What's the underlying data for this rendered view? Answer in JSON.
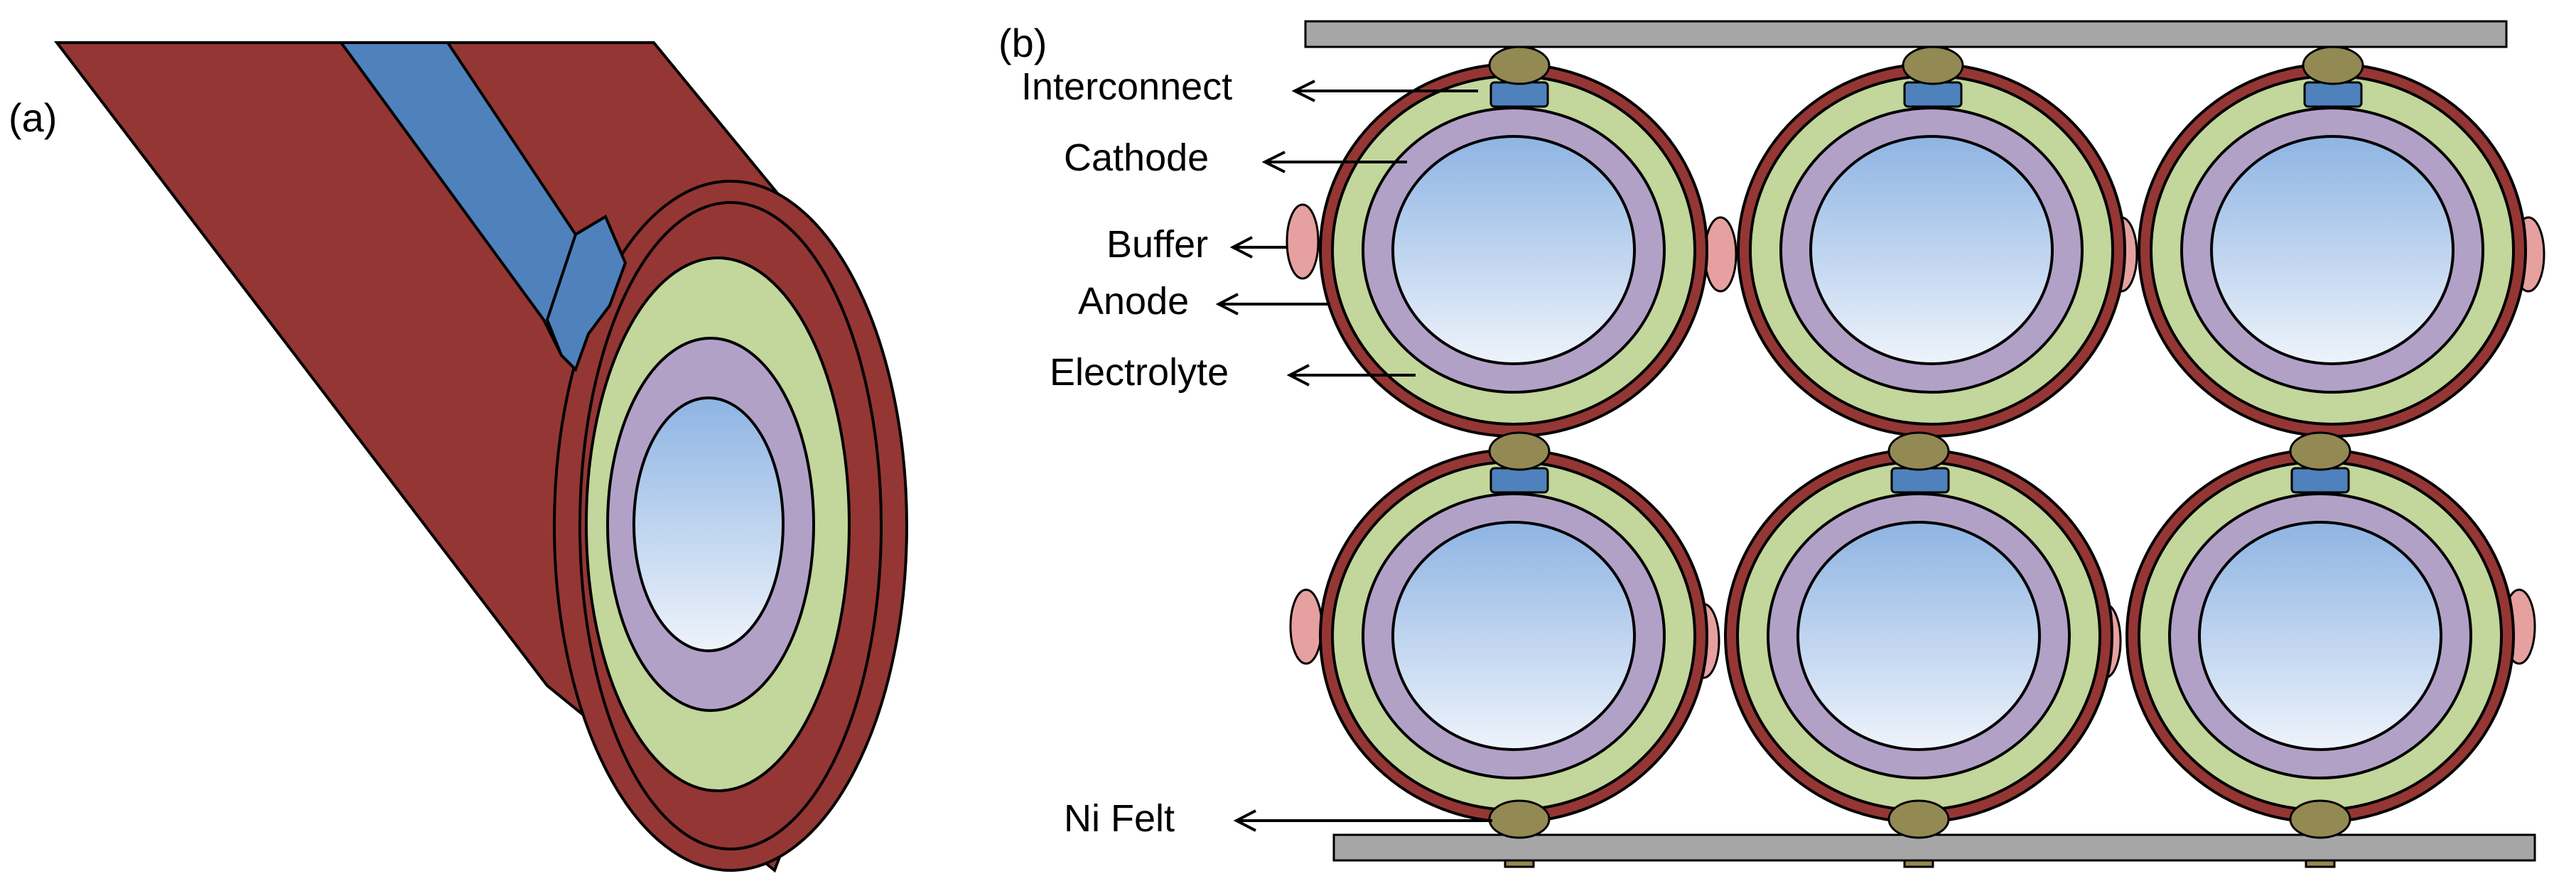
{
  "panels": {
    "a": {
      "label": "(a)"
    },
    "b": {
      "label": "(b)"
    }
  },
  "labels": {
    "interconnect": "Interconnect",
    "cathode": "Cathode",
    "buffer": "Buffer",
    "anode": "Anode",
    "electrolyte": "Electrolyte",
    "ni_felt": "Ni Felt"
  },
  "colors": {
    "outer_red": "#943634",
    "electrolyte_green": "#c3d69b",
    "cathode_purple": "#b2a1c7",
    "bore_blue_top": "#8eb4e3",
    "bore_blue_bottom": "#eef3fb",
    "interconnect_blue": "#4f81bd",
    "ni_felt_olive": "#938953",
    "buffer_pink": "#e6a0a0",
    "plate_gray": "#a6a6a6"
  }
}
